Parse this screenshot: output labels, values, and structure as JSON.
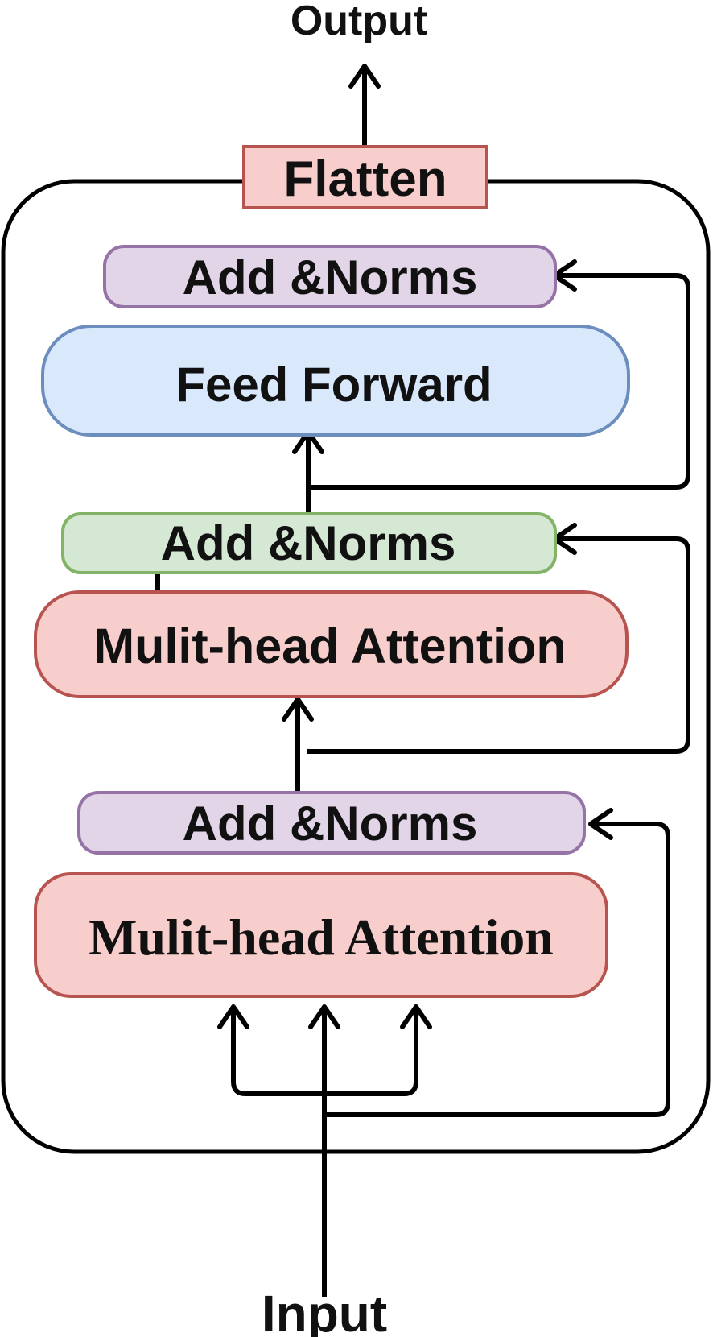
{
  "diagram": {
    "output_label": "Output",
    "input_label": "Input",
    "flatten_label": "Flatten",
    "blocks": {
      "add_norms_top": "Add &Norms",
      "feed_forward": "Feed Forward",
      "add_norms_middle": "Add &Norms",
      "attention_upper": "Mulit-head Attention",
      "add_norms_bottom": "Add &Norms",
      "attention_lower": "Mulit-head Attention"
    },
    "colors": {
      "pink_fill": "#f8cecc",
      "pink_stroke": "#b85450",
      "purple_fill": "#e1d5e7",
      "purple_stroke": "#9673a6",
      "green_fill": "#d5e8d4",
      "green_stroke": "#82b366",
      "blue_fill": "#dae8fc",
      "blue_stroke": "#6c8ebf",
      "container_stroke": "#000000"
    }
  }
}
